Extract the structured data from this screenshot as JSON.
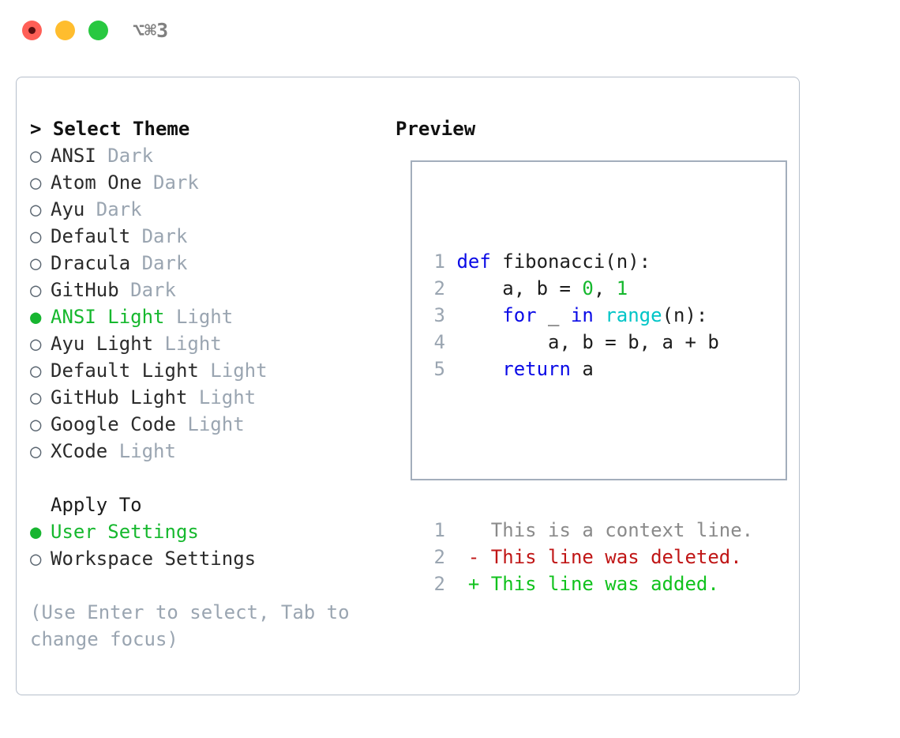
{
  "titlebar": {
    "shortcut": "⌥⌘3",
    "buttons": [
      {
        "name": "close",
        "color": "#ff5f57"
      },
      {
        "name": "minimize",
        "color": "#ffbd2e"
      },
      {
        "name": "maximize",
        "color": "#28c840"
      }
    ]
  },
  "theme_picker": {
    "caret": ">",
    "title": "Select Theme",
    "items": [
      {
        "bullet": "○",
        "name": "ANSI",
        "variant": "Dark",
        "selected": false
      },
      {
        "bullet": "○",
        "name": "Atom One",
        "variant": "Dark",
        "selected": false
      },
      {
        "bullet": "○",
        "name": "Ayu",
        "variant": "Dark",
        "selected": false
      },
      {
        "bullet": "○",
        "name": "Default",
        "variant": "Dark",
        "selected": false
      },
      {
        "bullet": "○",
        "name": "Dracula",
        "variant": "Dark",
        "selected": false
      },
      {
        "bullet": "○",
        "name": "GitHub",
        "variant": "Dark",
        "selected": false
      },
      {
        "bullet": "●",
        "name": "ANSI Light",
        "variant": "Light",
        "selected": true
      },
      {
        "bullet": "○",
        "name": "Ayu Light",
        "variant": "Light",
        "selected": false
      },
      {
        "bullet": "○",
        "name": "Default Light",
        "variant": "Light",
        "selected": false
      },
      {
        "bullet": "○",
        "name": "GitHub Light",
        "variant": "Light",
        "selected": false
      },
      {
        "bullet": "○",
        "name": "Google Code",
        "variant": "Light",
        "selected": false
      },
      {
        "bullet": "○",
        "name": "XCode",
        "variant": "Light",
        "selected": false
      }
    ]
  },
  "apply_to": {
    "title": "Apply To",
    "items": [
      {
        "bullet": "●",
        "name": "User Settings",
        "selected": true
      },
      {
        "bullet": "○",
        "name": "Workspace Settings",
        "selected": false
      }
    ]
  },
  "hint": "(Use Enter to select, Tab to change focus)",
  "preview": {
    "title": "Preview",
    "code_lines": [
      {
        "num": "1",
        "tokens": [
          {
            "t": "def",
            "c": "kw"
          },
          {
            "t": " fibonacci(n):",
            "c": "plain"
          }
        ]
      },
      {
        "num": "2",
        "tokens": [
          {
            "t": "    a, b = ",
            "c": "plain"
          },
          {
            "t": "0",
            "c": "num"
          },
          {
            "t": ", ",
            "c": "plain"
          },
          {
            "t": "1",
            "c": "num"
          }
        ]
      },
      {
        "num": "3",
        "tokens": [
          {
            "t": "    ",
            "c": "plain"
          },
          {
            "t": "for",
            "c": "kw"
          },
          {
            "t": " _ ",
            "c": "plain"
          },
          {
            "t": "in",
            "c": "kw"
          },
          {
            "t": " ",
            "c": "plain"
          },
          {
            "t": "range",
            "c": "fn"
          },
          {
            "t": "(n):",
            "c": "plain"
          }
        ]
      },
      {
        "num": "4",
        "tokens": [
          {
            "t": "        a, b = b, a + b",
            "c": "plain"
          }
        ]
      },
      {
        "num": "5",
        "tokens": [
          {
            "t": "    ",
            "c": "plain"
          },
          {
            "t": "return",
            "c": "kw"
          },
          {
            "t": " a",
            "c": "plain"
          }
        ]
      }
    ],
    "diff_lines": [
      {
        "num": "1",
        "tokens": [
          {
            "t": "   This is a context line.",
            "c": "ctx"
          }
        ]
      },
      {
        "num": "2",
        "tokens": [
          {
            "t": " - This line was deleted.",
            "c": "del"
          }
        ]
      },
      {
        "num": "2",
        "tokens": [
          {
            "t": " + This line was added.",
            "c": "add"
          }
        ]
      }
    ]
  },
  "colors": {
    "accent_green": "#16b82e",
    "muted": "#9aa5b1",
    "keyword_blue": "#0a0ae6",
    "function_cyan": "#00c5c7",
    "diff_delete": "#c01616",
    "diff_add": "#11c21d",
    "panel_border": "#b6bfcb"
  }
}
